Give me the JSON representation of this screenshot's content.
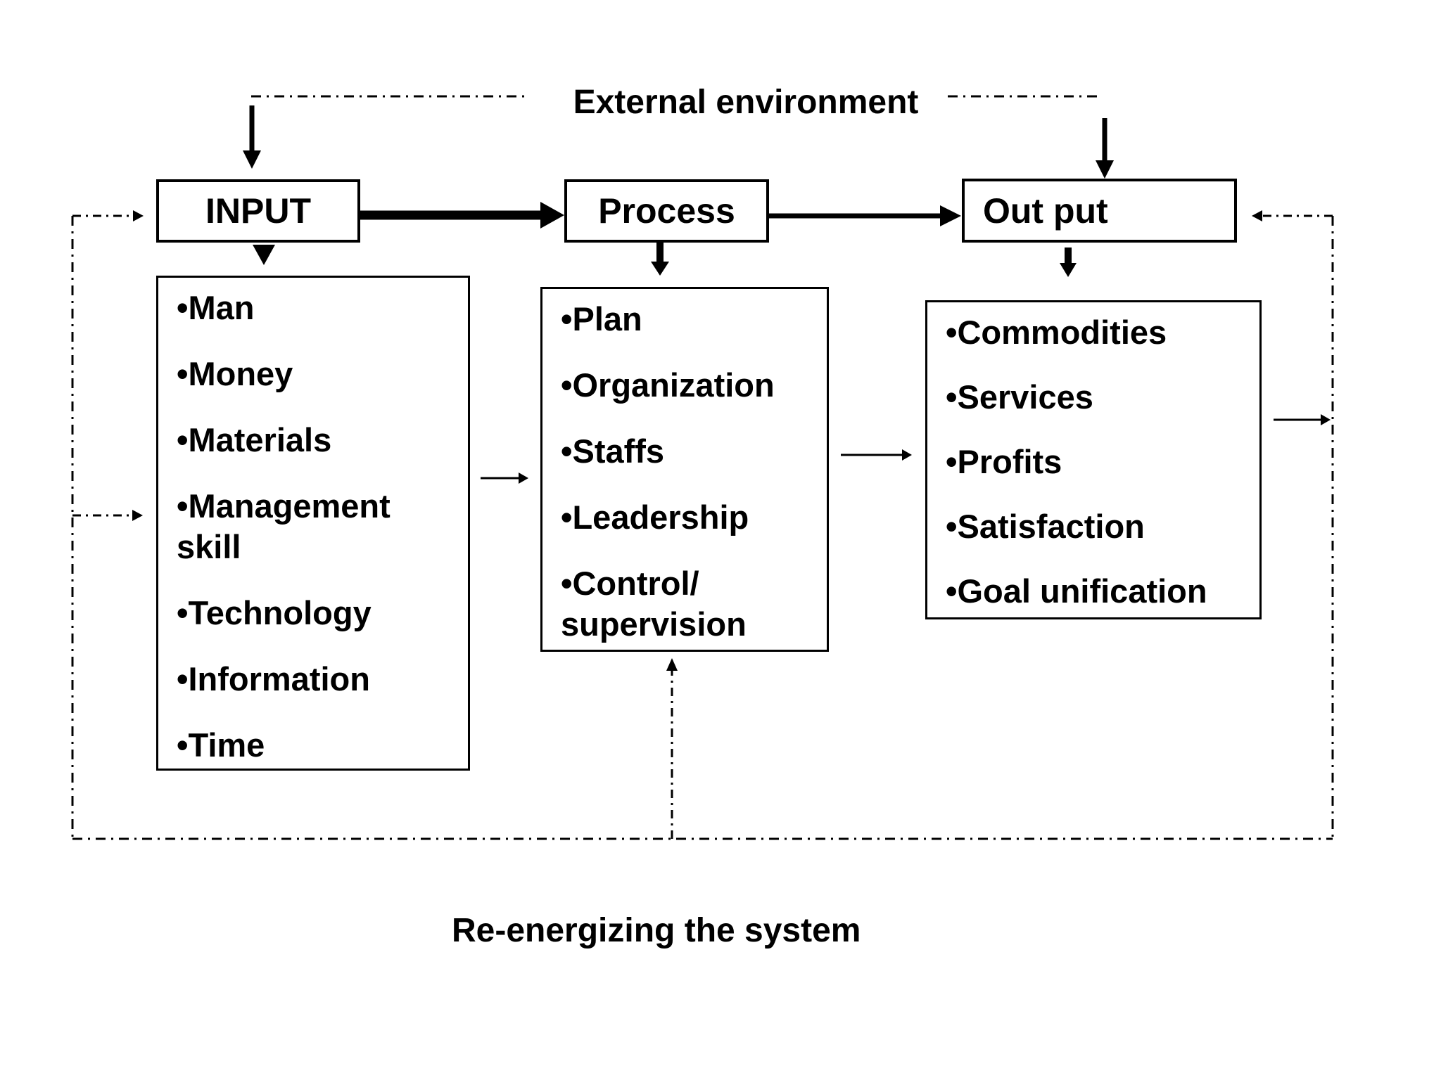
{
  "diagram_title": "External environment",
  "caption": "Re-energizing the system",
  "bullet": "•",
  "stages": [
    {
      "label": "INPUT",
      "items": [
        "Man",
        "Money",
        "Materials",
        "Management skill",
        "Technology",
        "Information",
        "Time"
      ]
    },
    {
      "label": "Process",
      "items": [
        "Plan",
        "Organization",
        "Staffs",
        "Leadership",
        "Control/ supervision"
      ]
    },
    {
      "label": "Out put",
      "items": [
        "Commodities",
        "Services",
        "Profits",
        "Satisfaction",
        "Goal unification"
      ]
    }
  ],
  "colors": {
    "ink": "#000000",
    "background": "#ffffff"
  }
}
